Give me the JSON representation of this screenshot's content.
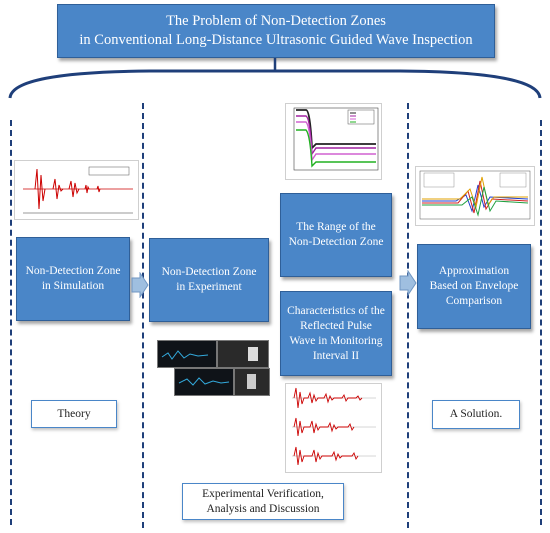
{
  "title": {
    "line1": "The Problem of Non-Detection Zones",
    "line2": "in Conventional Long-Distance Ultrasonic Guided Wave Inspection"
  },
  "boxes": {
    "simulation": {
      "line1": "Non-Detection Zone",
      "line2": "in Simulation"
    },
    "experiment": {
      "line1": "Non-Detection Zone",
      "line2": "in Experiment"
    },
    "range": {
      "line1": "The Range of the",
      "line2": "Non-Detection Zone"
    },
    "characteristics": {
      "line1": "Characteristics of the",
      "line2": "Reflected Pulse",
      "line3": "Wave in Monitoring",
      "line4": "Interval II"
    },
    "approximation": {
      "line1": "Approximation",
      "line2": "Based on Envelope",
      "line3": "Comparison"
    }
  },
  "labels": {
    "theory": "Theory",
    "verification_line1": "Experimental Verification,",
    "verification_line2": "Analysis and Discussion",
    "solution": "A Solution."
  },
  "colors": {
    "box_fill": "#4a86c8",
    "brace": "#1f3f7a",
    "dashed_line": "#1f3f7a",
    "arrow": "#9fbfe0"
  }
}
